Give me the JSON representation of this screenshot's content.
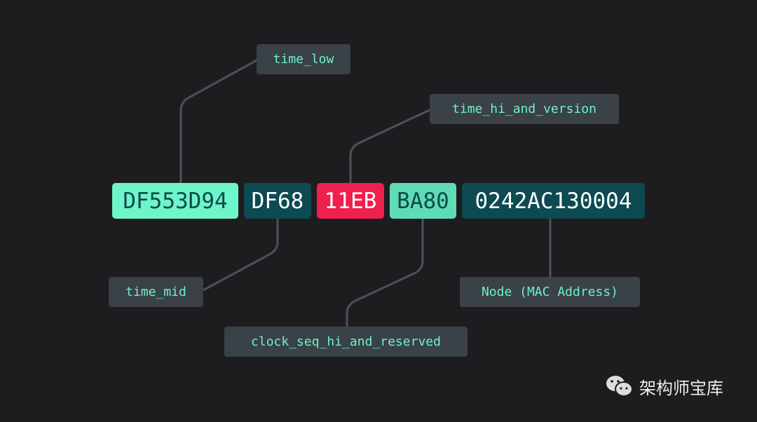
{
  "segments": [
    {
      "text": "DF553D94",
      "bg": "#6ef5c9",
      "fg": "#0e4a4a"
    },
    {
      "text": "DF68",
      "bg": "#0d4a52",
      "fg": "#ffffff"
    },
    {
      "text": "11EB",
      "bg": "#ef1f4e",
      "fg": "#ffffff"
    },
    {
      "text": "BA80",
      "bg": "#5fdcb6",
      "fg": "#0e4a4a"
    },
    {
      "text": "0242AC130004",
      "bg": "#0d4a52",
      "fg": "#ffffff"
    }
  ],
  "labels": {
    "time_low": "time_low",
    "time_mid": "time_mid",
    "time_hi_and_version": "time_hi_and_version",
    "clock_seq_hi_and_reserved": "clock_seq_hi_and_reserved",
    "node": "Node (MAC Address)"
  },
  "watermark": "架构师宝库",
  "colors": {
    "line": "#4b5358",
    "label_text": "#6df2c9",
    "label_bg": "#3a4147"
  }
}
